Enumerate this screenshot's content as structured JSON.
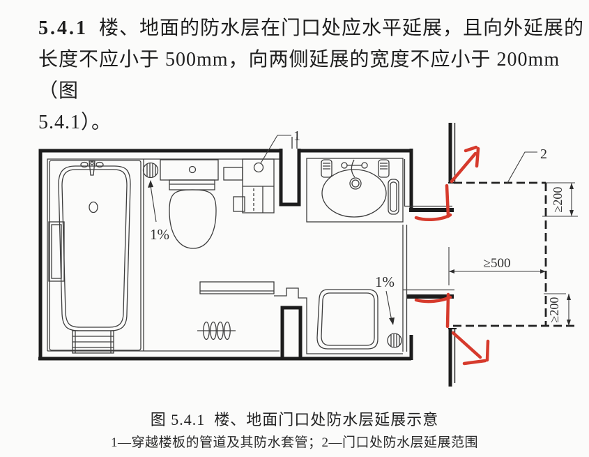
{
  "clause": {
    "number": "5.4.1",
    "line1_rest": "楼、地面的防水层在门口处应水平延展，且向外延展的",
    "line2": "长度不应小于 500mm，向两侧延展的宽度不应小于 200mm（图",
    "line3": "5.4.1）。"
  },
  "figure": {
    "labels": {
      "callout_1": "1",
      "callout_2": "2",
      "slope_top": "1%",
      "slope_bottom": "1%",
      "dim_500": "≥500",
      "dim_200_top": "≥200",
      "dim_200_bottom": "≥200"
    },
    "caption": "图 5.4.1  楼、地面门口处防水层延展示意",
    "legend": "1—穿越楼板的管道及其防水套管；2—门口处防水层延展范围",
    "colors": {
      "annotation_red": "#d63a2c",
      "line_ink": "#1c1c1c"
    }
  }
}
